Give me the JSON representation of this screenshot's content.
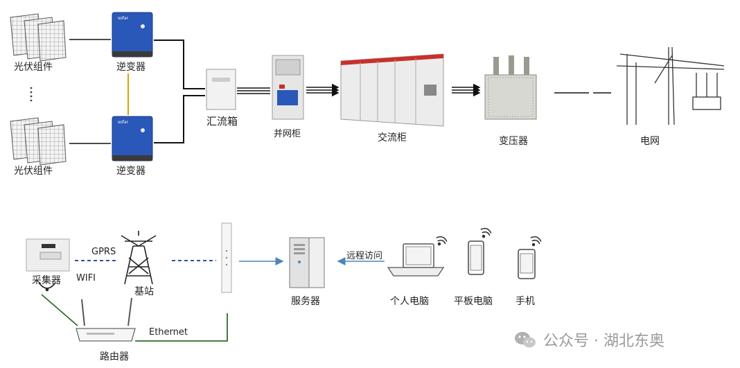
{
  "top": {
    "pv_top": "光伏组件",
    "inverter_top": "逆变器",
    "pv_bottom": "光伏组件",
    "inverter_bottom": "逆变器",
    "combiner": "汇流箱",
    "grid_cabinet": "并网柜",
    "ac_cabinet": "交流柜",
    "transformer": "变压器",
    "grid": "电网"
  },
  "bottom": {
    "collector": "采集器",
    "gprs": "GPRS",
    "wifi": "WIFI",
    "base_station": "基站",
    "server": "服务器",
    "remote_access": "远程访问",
    "pc": "个人电脑",
    "tablet": "平板电脑",
    "phone": "手机",
    "router": "路由器",
    "ethernet": "Ethernet"
  },
  "watermark": {
    "text": "公众号 · 湖北东奥"
  },
  "colors": {
    "inverter_blue": "#2a58b8",
    "link_orange": "#d9a400",
    "dash_blue": "#2b4f9a",
    "green_line": "#2d6b2d",
    "arrow_blue": "#4a86b8",
    "cabinet_red": "#c8312a"
  }
}
